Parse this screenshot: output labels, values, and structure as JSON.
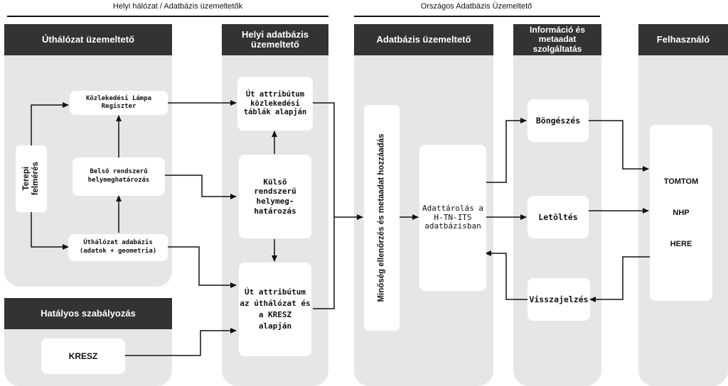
{
  "top_labels": {
    "left": "Helyi hálózat / Adatbázis üzemeltetők",
    "right": "Országos Adatbázis Üzemeltető"
  },
  "lanes": {
    "uthalozat": "Úthálózat üzemeltető",
    "helyi": "Helyi adatbázis\nüzemeltető",
    "adatbazis": "Adatbázis üzemeltető",
    "informacio": "Információ és\nmetaadat\nszolgáltatás",
    "felhasznalo": "Felhasználó",
    "szabalyozas": "Hatályos szabályozás"
  },
  "boxes": {
    "terepi": "Terepi\nfelmérés",
    "lampa": "Közlekedési Lámpa\nRegiszter",
    "belso": "Belső rendszerű\nhelymeghatározás",
    "uthalozat_adatbazis": "Úthálózat adabázis\n(adatok + geometria)",
    "ut_attr_tablak": "Út attribútum\nközlekedési\ntáblák alapján",
    "kulso": "Külső\nrendszerű\nhelymeg-\nhatározás",
    "ut_attr_kresz": "Út attribútum\naz úthálózat és\na KRESZ\nalapján",
    "kresz": "KRESZ",
    "minoseg": "Minőség ellenőrzés és metaadat hozzáadás",
    "adattarolas": "Adattárolás a\nH-TN-ITS\nadatbázisban",
    "bongeszes": "Böngészés",
    "letoltes": "Letöltés",
    "visszajelzes": "Visszajelzés",
    "tomtom": "TOMTOM",
    "nhp": "NHP",
    "here": "HERE"
  },
  "colors": {
    "lane_bg": "#e6e6e6",
    "header_bg": "#333333",
    "header_text": "#ffffff",
    "box_bg": "#ffffff",
    "arrow": "#111111"
  }
}
